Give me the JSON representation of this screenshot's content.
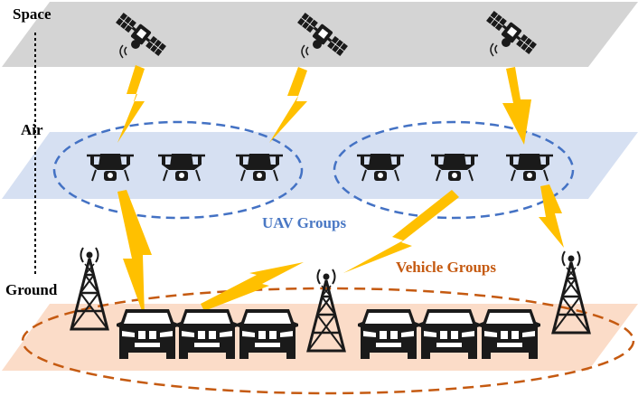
{
  "layers": {
    "space": "Space",
    "air": "Air",
    "ground": "Ground"
  },
  "groups": {
    "uav": "UAV Groups",
    "vehicle": "Vehicle Groups"
  },
  "colors": {
    "space_plane": "#d4d4d4",
    "air_plane": "#d6e0f2",
    "ground_plane": "#fbdcc8",
    "uav_label": "#4a78c4",
    "vehicle_label": "#c55a11",
    "uav_ellipse": "#4472c4",
    "vehicle_ellipse": "#c55a11",
    "link": "#ffc000",
    "icon": "#1a1a1a"
  },
  "icons": {
    "satellite": "satellite-icon",
    "drone": "drone-icon",
    "tower": "cell-tower-icon",
    "car": "car-icon"
  }
}
